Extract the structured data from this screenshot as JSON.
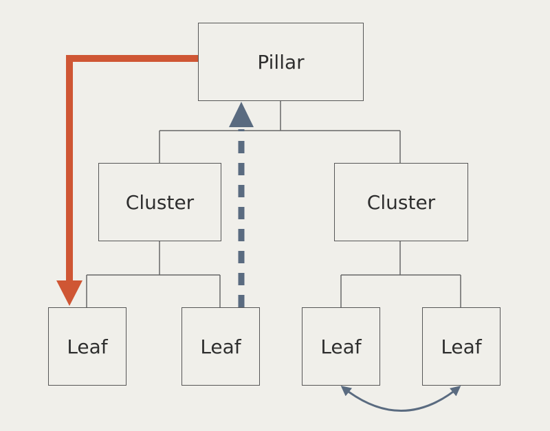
{
  "nodes": {
    "pillar": "Pillar",
    "cluster_left": "Cluster",
    "cluster_right": "Cluster",
    "leaf_1": "Leaf",
    "leaf_2": "Leaf",
    "leaf_3": "Leaf",
    "leaf_4": "Leaf"
  },
  "colors": {
    "background": "#f0efea",
    "orange_arrow": "#cf5634",
    "dashed_arrow": "#5a6b80",
    "curved_arrow": "#5a6b80",
    "connector": "#666666"
  },
  "edges": [
    {
      "from": "pillar",
      "to": "leaf_1",
      "style": "solid-orange-arrow"
    },
    {
      "from": "leaf_2",
      "to": "pillar",
      "style": "dashed-blue-arrow"
    },
    {
      "from": "leaf_3",
      "to": "leaf_4",
      "style": "curved-bidirectional-arrow"
    }
  ]
}
